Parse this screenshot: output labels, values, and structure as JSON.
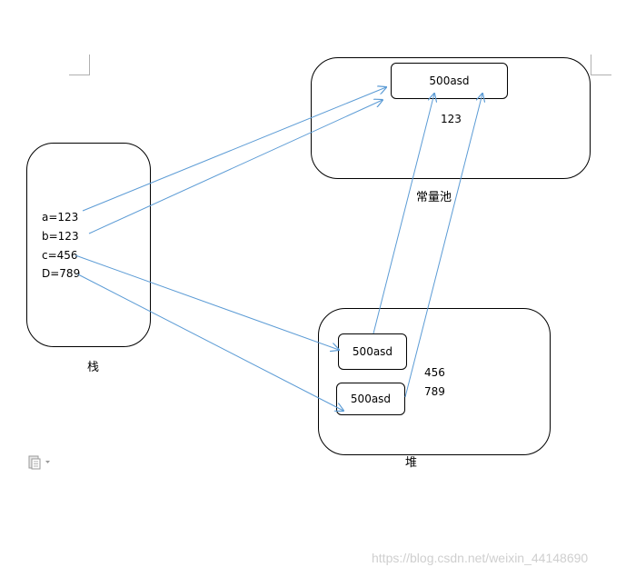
{
  "stack": {
    "caption": "栈",
    "vars": [
      "a=123",
      "b=123",
      "c=456",
      "D=789"
    ]
  },
  "constant_pool": {
    "caption": "常量池",
    "box_label": "500asd",
    "value": "123"
  },
  "heap": {
    "caption": "堆",
    "box1_label": "500asd",
    "box2_label": "500asd",
    "values": [
      "456",
      "789"
    ]
  },
  "watermark": "https://blog.csdn.net/weixin_44148690",
  "colors": {
    "arrow": "#5b9bd5",
    "border": "#000000",
    "watermark": "#cfcfcf"
  },
  "icons": {
    "paste": "paste-options-icon"
  }
}
